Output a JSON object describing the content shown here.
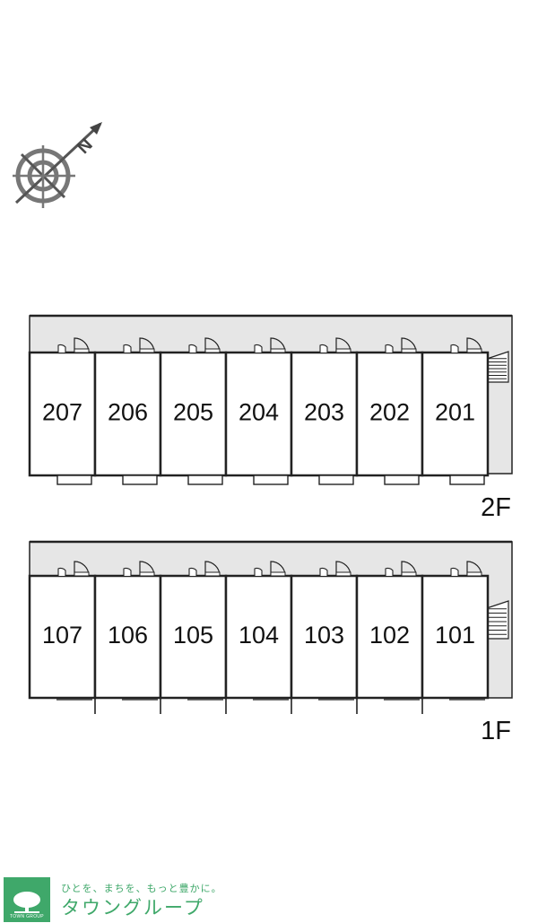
{
  "compass": {
    "north_label": "N"
  },
  "floors": [
    {
      "label": "2F",
      "units": [
        "207",
        "206",
        "205",
        "204",
        "203",
        "202",
        "201"
      ]
    },
    {
      "label": "1F",
      "units": [
        "107",
        "106",
        "105",
        "104",
        "103",
        "102",
        "101"
      ]
    }
  ],
  "footer": {
    "logo_text": "TOWN GROUP",
    "tagline": "ひとを、まちを、もっと豊かに。",
    "company": "タウングループ"
  },
  "colors": {
    "corridor": "#e6e6e6",
    "brand_green": "#3fa86a",
    "line": "#222222"
  }
}
